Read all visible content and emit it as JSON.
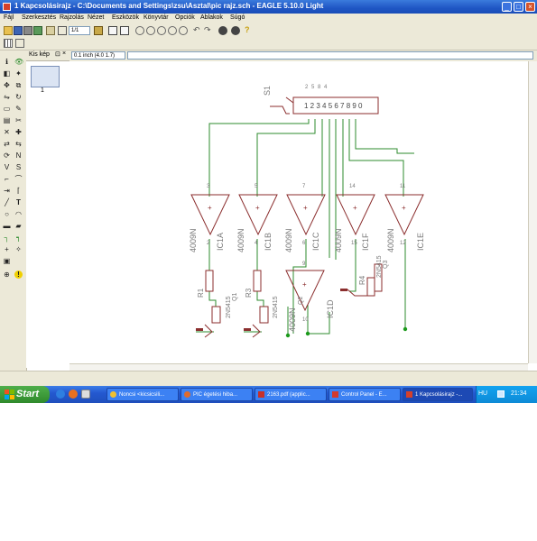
{
  "window": {
    "title": "1 Kapcsolásirajz - C:\\Documents and Settings\\zsu\\Asztal\\pic rajz.sch - EAGLE 5.10.0 Light",
    "controls": {
      "minimize": "_",
      "maximize": "□",
      "close": "×"
    }
  },
  "menu": [
    "Fájl",
    "Szerkesztés",
    "Rajzolás",
    "Nézet",
    "Eszközök",
    "Könyvtár",
    "Opciók",
    "Ablakok",
    "Súgó"
  ],
  "toolbar": {
    "sheet_value": "1/1"
  },
  "panel": {
    "title": "Kis kép",
    "page_number": "1"
  },
  "coords": {
    "readout": "0.1 inch (4.0 1.7)",
    "command": ""
  },
  "schematic": {
    "switch": {
      "label": "S1",
      "pins": "1 2 3 4 5 6 7 8 9 0"
    },
    "gates": [
      {
        "name": "IC1A",
        "part": "4009N",
        "pin_in": "3",
        "pin_out": "2",
        "sym": "+"
      },
      {
        "name": "IC1B",
        "part": "4009N",
        "pin_in": "5",
        "pin_out": "4",
        "sym": "+"
      },
      {
        "name": "IC1C",
        "part": "4009N",
        "pin_in": "7",
        "pin_out": "6",
        "sym": "+"
      },
      {
        "name": "IC1F",
        "part": "4009N",
        "pin_in": "14",
        "pin_out": "15",
        "sym": "+"
      },
      {
        "name": "IC1E",
        "part": "4009N",
        "pin_in": "11",
        "pin_out": "12",
        "sym": "+"
      },
      {
        "name": "IC1D",
        "part": "4009N",
        "pin_in": "9",
        "pin_out": "10",
        "sym": "+"
      }
    ],
    "resistors": [
      "R1",
      "R3",
      "R4"
    ],
    "transistors": [
      {
        "name": "Q1",
        "part": "2N5415"
      },
      {
        "name": "Q2",
        "part": "2N5415"
      },
      {
        "name": "Q3",
        "part": "2N5415"
      }
    ],
    "extra_labels": {
      "q2_part": "4009N",
      "q3_part": "4009N",
      "pin_a": "2",
      "pin_b": "5",
      "pin_c": "8",
      "pin_d": "4"
    }
  },
  "taskbar": {
    "start": "Start",
    "tasks": [
      {
        "label": "Noncsi <kicsicsili...",
        "color": "#f0c030"
      },
      {
        "label": "PIC égetési hiba...",
        "color": "#e06b2c"
      },
      {
        "label": "2163.pdf (applic...",
        "color": "#c7302a"
      },
      {
        "label": "Control Panel - E...",
        "color": "#d23a2e"
      },
      {
        "label": "1 Kapcsolásirajz -...",
        "color": "#d5402a"
      }
    ],
    "lang": "HU",
    "clock": "21:34"
  },
  "colors": {
    "net": "#2e8b2e",
    "symbol": "#8b2e2e",
    "junction": "#1c9a1c",
    "label": "#7a7a7a"
  }
}
